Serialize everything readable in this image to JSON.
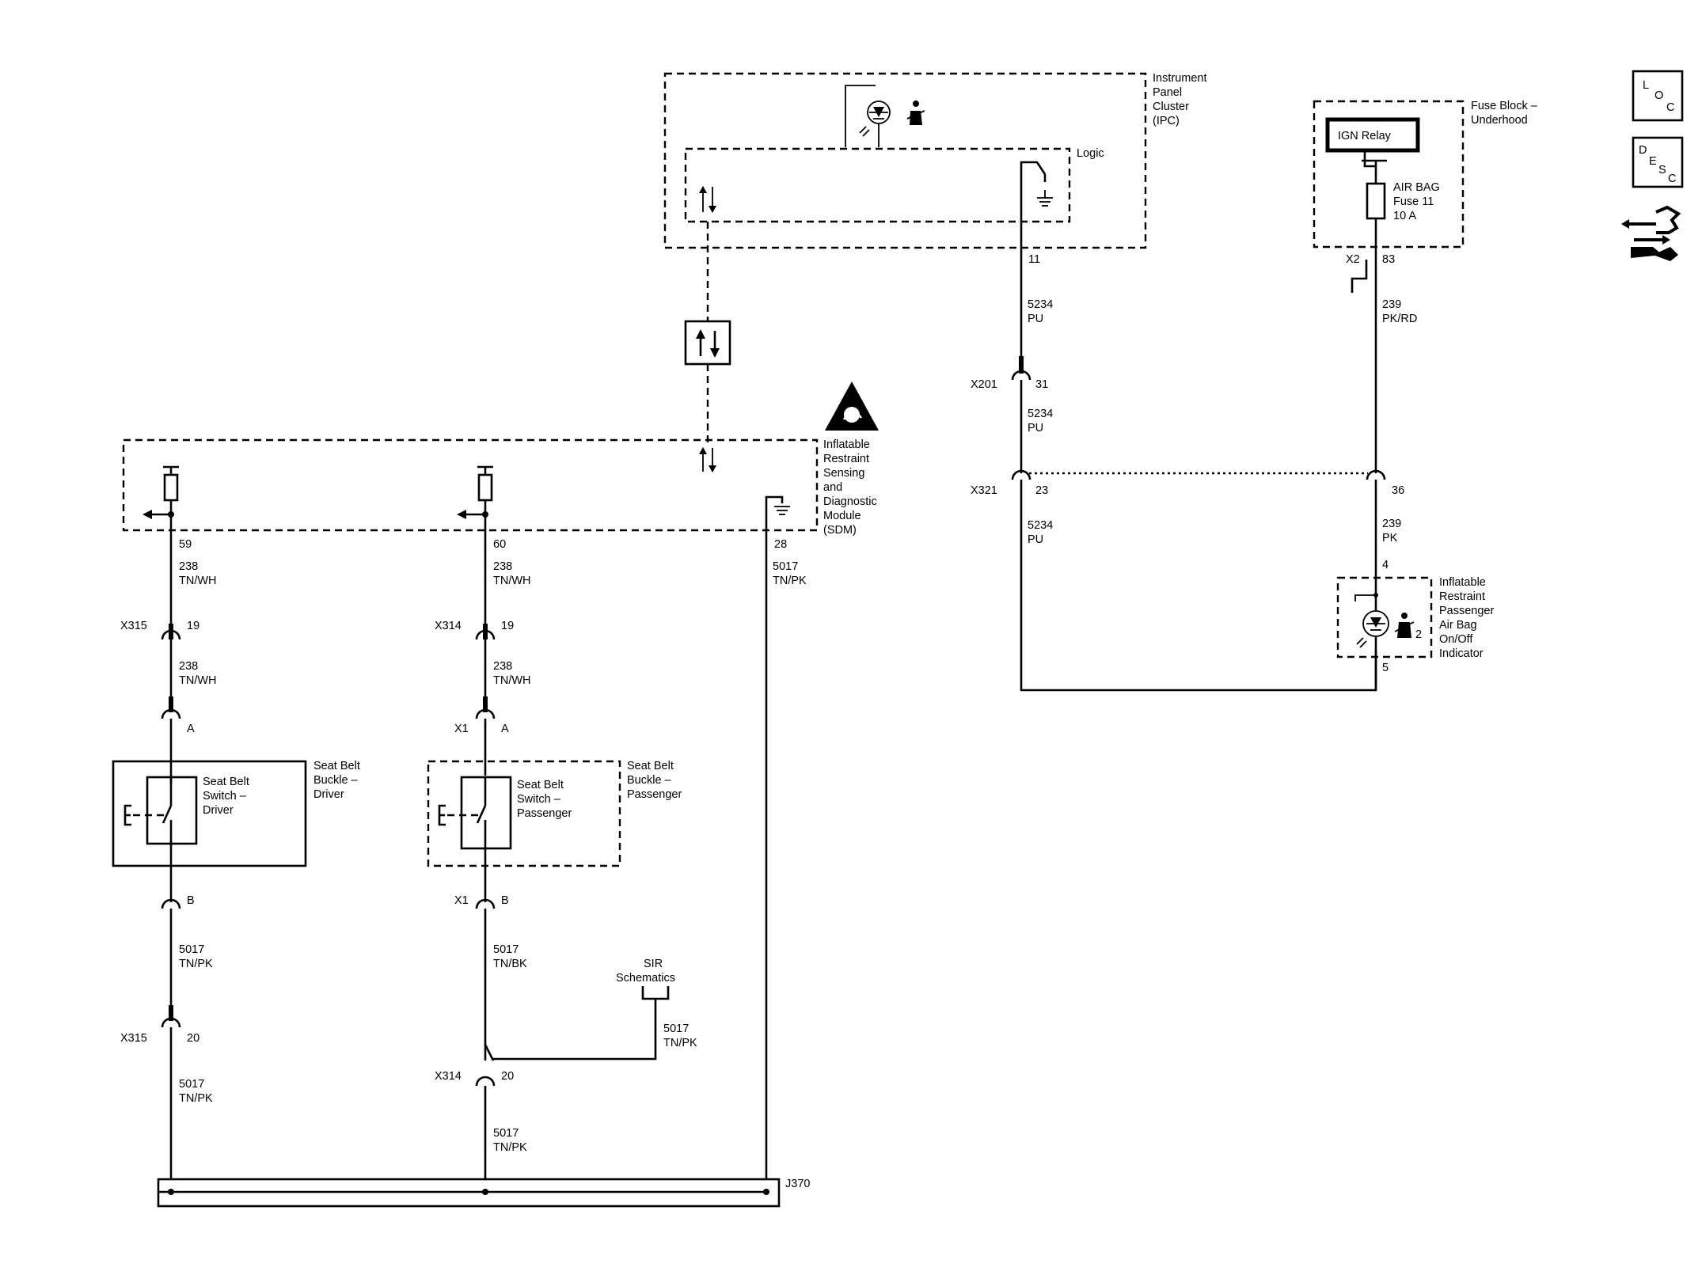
{
  "modules": {
    "ipc": [
      "Instrument",
      "Panel",
      "Cluster",
      "(IPC)"
    ],
    "logic": "Logic",
    "fuse_block": [
      "Fuse Block –",
      "Underhood"
    ],
    "ign_relay": "IGN Relay",
    "airbag_fuse": [
      "AIR BAG",
      "Fuse 11",
      "10 A"
    ],
    "sdm": [
      "Inflatable",
      "Restraint",
      "Sensing",
      "and",
      "Diagnostic",
      "Module",
      "(SDM)"
    ],
    "pass_indicator": [
      "Inflatable",
      "Restraint",
      "Passenger",
      "Air Bag",
      "On/Off",
      "Indicator"
    ],
    "buckle_driver": [
      "Seat Belt",
      "Buckle –",
      "Driver"
    ],
    "switch_driver": [
      "Seat Belt",
      "Switch –",
      "Driver"
    ],
    "buckle_passenger": [
      "Seat Belt",
      "Buckle –",
      "Passenger"
    ],
    "switch_passenger": [
      "Seat Belt",
      "Switch –",
      "Passenger"
    ],
    "sir_ref": [
      "SIR",
      "Schematics"
    ],
    "splice": "J370",
    "indicator_num": "2"
  },
  "pins": {
    "ipc_11": "11",
    "x201": "X201",
    "x201_pin": "31",
    "x321": "X321",
    "x321_23": "23",
    "x321_36": "36",
    "x2": "X2",
    "x2_pin": "83",
    "ind_4": "4",
    "ind_5": "5",
    "sdm_59": "59",
    "sdm_60": "60",
    "sdm_28": "28",
    "x315_a": "X315",
    "x315_a_pin": "19",
    "x314_a": "X314",
    "x314_a_pin": "19",
    "drv_a": "A",
    "drv_b": "B",
    "x1_a": "X1",
    "pas_a": "A",
    "x1_b": "X1",
    "pas_b": "B",
    "x315_b": "X315",
    "x315_b_pin": "20",
    "x314_b": "X314",
    "x314_b_pin": "20"
  },
  "wires": {
    "w5234": [
      "5234",
      "PU"
    ],
    "w239rd": [
      "239",
      "PK/RD"
    ],
    "w239pk": [
      "239",
      "PK"
    ],
    "w238": [
      "238",
      "TN/WH"
    ],
    "w5017pk": [
      "5017",
      "TN/PK"
    ],
    "w5017bk": [
      "5017",
      "TN/BK"
    ]
  },
  "icons": {
    "loc": [
      "L",
      "O",
      "C"
    ],
    "desc": [
      "D",
      "E",
      "S",
      "C"
    ],
    "nav": "connector-navigation-icon",
    "esd": "esd-warning-icon"
  }
}
